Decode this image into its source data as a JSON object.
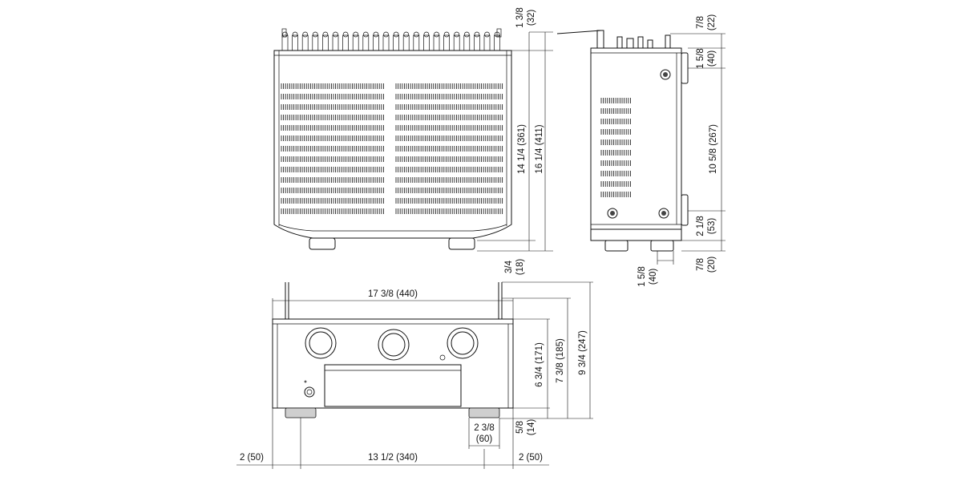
{
  "top_view": {
    "dims": [
      {
        "id": "antenna-height",
        "line1": "1 3/8",
        "line2": "(32)"
      },
      {
        "id": "body-depth",
        "text": "14 1/4 (361)"
      },
      {
        "id": "total-depth",
        "text": "16 1/4 (411)"
      },
      {
        "id": "foot-depth",
        "line1": "3/4",
        "line2": "(18)"
      }
    ]
  },
  "side_view": {
    "dims": [
      {
        "id": "side-top",
        "line1": "7/8",
        "line2": "(22)"
      },
      {
        "id": "side-upper",
        "line1": "1 5/8",
        "line2": "(40)"
      },
      {
        "id": "side-middle",
        "text": "10 5/8 (267)"
      },
      {
        "id": "side-lower",
        "line1": "2 1/8",
        "line2": "(53)"
      },
      {
        "id": "side-bottom",
        "line1": "7/8",
        "line2": "(20)"
      },
      {
        "id": "side-foot",
        "line1": "1 5/8",
        "line2": "(40)"
      }
    ]
  },
  "front_view": {
    "dims": [
      {
        "id": "front-width",
        "text": "17 3/8 (440)"
      },
      {
        "id": "front-height-body",
        "text": "6 3/4 (171)"
      },
      {
        "id": "front-height-feet",
        "text": "7 3/8 (185)"
      },
      {
        "id": "front-height-antenna",
        "text": "9 3/4 (247)"
      },
      {
        "id": "foot-width",
        "line1": "2 3/8",
        "line2": "(60)"
      },
      {
        "id": "foot-height",
        "line1": "5/8",
        "line2": "(14)"
      },
      {
        "id": "left-offset",
        "text": "2 (50)"
      },
      {
        "id": "foot-spacing",
        "text": "13 1/2 (340)"
      },
      {
        "id": "right-offset",
        "text": "2 (50)"
      }
    ]
  }
}
